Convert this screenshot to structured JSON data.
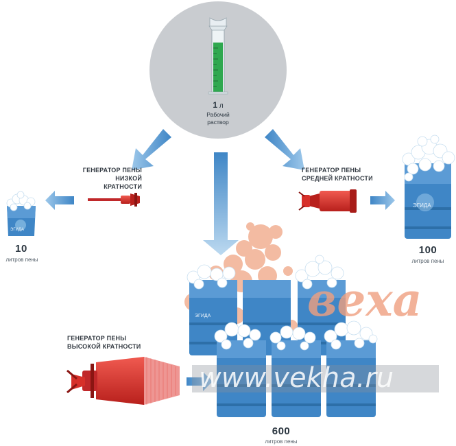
{
  "center": {
    "amount_number": "1",
    "amount_unit": "л",
    "label_line1": "Рабочий",
    "label_line2": "раствор"
  },
  "low": {
    "title_line1": "ГЕНЕРАТОР ПЕНЫ",
    "title_line2": "НИЗКОЙ КРАТНОСТИ",
    "amount": "10",
    "unit": "литров пены",
    "barrel_brand": "ЭГИДА"
  },
  "medium": {
    "title_line1": "ГЕНЕРАТОР ПЕНЫ",
    "title_line2": "СРЕДНЕЙ КРАТНОСТИ",
    "amount": "100",
    "unit": "литров пены",
    "barrel_brand": "ЭГИДА"
  },
  "high": {
    "title_line1": "ГЕНЕРАТОР ПЕНЫ",
    "title_line2": "ВЫСОКОЙ КРАТНОСТИ",
    "amount": "600",
    "unit": "литров пены",
    "barrel_brand": "ЭГИДА"
  },
  "watermark": {
    "logo_text": "веха",
    "url": "www.vekha.ru"
  },
  "colors": {
    "blue": "#3f86c6",
    "light_blue": "#8fc0e6",
    "red": "#d7302a",
    "grey_circle": "#c9ccd0",
    "watermark_orange": "#f0a080",
    "watermark_grey": "#9aa0a6"
  }
}
